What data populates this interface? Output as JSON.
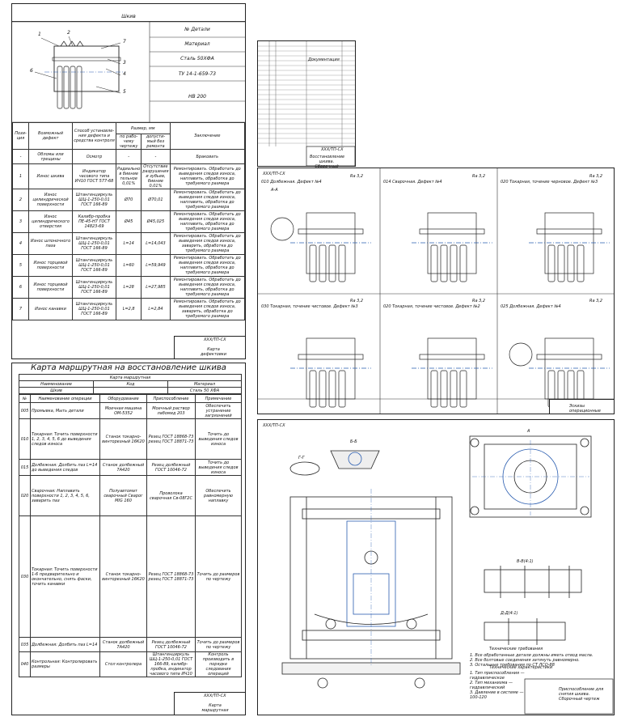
{
  "sheet1": {
    "title": "Шкив",
    "header_rows": [
      "№ Детали",
      "Материал",
      "Сталь 50ХФА",
      "ТУ 14-1-659-73",
      "НВ 200"
    ],
    "callouts": [
      "1",
      "2",
      "7",
      "3",
      "4",
      "6",
      "5"
    ],
    "columns": {
      "pos": "Пози-ция",
      "defect": "Возможный дефект",
      "method": "Способ установле-ния дефекта и средства контроля",
      "size_group": "Размер, мм",
      "size_drawing": "по рабо-чему чертежу",
      "size_allowed": "допусти-мый без ремонта",
      "conclusion": "Заключение"
    },
    "rows": [
      {
        "pos": "-",
        "defect": "Обломы или трещины",
        "method": "Осмотр",
        "drawing": "-",
        "allowed": "-",
        "conclusion": "Браковать"
      },
      {
        "pos": "1",
        "defect": "Износ шкива",
        "method": "Индикатор часового типа ИЧ10 ГОСТ 577-68",
        "drawing": "Радиально в биение тельное 0,01%",
        "allowed": "Отсутствие разрушения и зубьев, биение 0,01%",
        "conclusion": "Ремонтировать. Обработать до выведения следов износа, наплавить, обработка до требуемого размера"
      },
      {
        "pos": "2",
        "defect": "Износ цилиндрической поверхности",
        "method": "Штангенциркуль ШЦ-1-250-0,01 ГОСТ 166-89",
        "drawing": "Ø70",
        "allowed": "Ø70,01",
        "conclusion": "Ремонтировать. Обработать до выведения следов износа, наплавить, обработка до требуемого размера"
      },
      {
        "pos": "3",
        "defect": "Износ цилиндрического отверстия",
        "method": "Калибр-пробка ПЕ-45-Н7 ГОСТ 14823-69",
        "drawing": "Ø45",
        "allowed": "Ø45,025",
        "conclusion": "Ремонтировать. Обработать до выведения следов износа, наплавить, обработка до требуемого размера"
      },
      {
        "pos": "4",
        "defect": "Износ шпоночного паза",
        "method": "Штангенциркуль ШЦ-1-250-0,01 ГОСТ 166-89",
        "drawing": "L=14",
        "allowed": "L=14,043",
        "conclusion": "Ремонтировать. Обработать до выведения следов износа, заварить, обработка до требуемого размера"
      },
      {
        "pos": "5",
        "defect": "Износ торцевой поверхности",
        "method": "Штангенциркуль ШЦ-1-250-0,01 ГОСТ 166-89",
        "drawing": "L=60",
        "allowed": "L=59,949",
        "conclusion": "Ремонтировать. Обработать до выведения следов износа, наплавить, обработка до требуемого размера"
      },
      {
        "pos": "6",
        "defect": "Износ торцевой поверхности",
        "method": "Штангенциркуль ШЦ-1-250-0,01 ГОСТ 166-89",
        "drawing": "L=28",
        "allowed": "L=27,985",
        "conclusion": "Ремонтировать. Обработать до выведения следов износа, наплавить, обработка до требуемого размера"
      },
      {
        "pos": "7",
        "defect": "Износ канавки",
        "method": "Штангенциркуль ШЦ-1-250-0,01 ГОСТ 166-89",
        "drawing": "L=2,8",
        "allowed": "L=2,84",
        "conclusion": "Ремонтировать. Обработать до выведения следов износа, заварить, обработка до требуемого размера"
      }
    ],
    "stamp_code": "ХХХ/ТП-СХ",
    "stamp_title": "Карта дефектовки"
  },
  "sheet2": {
    "big_title": "Карта маршрутная на восстановление шкива",
    "subtitle": "Карта маршрутная",
    "header": [
      "Наименование",
      "Код",
      "Материал"
    ],
    "header_values": [
      "Шкив",
      "",
      "Сталь 50 ХФА"
    ],
    "columns": [
      "№",
      "Наименование операции",
      "Оборудование",
      "Приспособление",
      "Примечание"
    ],
    "ops": [
      {
        "no": "005",
        "name": "Промывка, Мыть детали",
        "equip": "Моечная машина ОМ-5352",
        "tool": "Моечный раствор лабомид 203",
        "note": "Обеспечить устранение загрязнений"
      },
      {
        "no": "010",
        "name": "Токарная: Точить поверхности 1, 2, 3, 4, 5, 6 до выведения следов износа",
        "equip": "Станок токарно-винторезный 16К20",
        "tool": "Резец ГОСТ 18868-73 резец ГОСТ 18871-73",
        "note": "Точить до выведения следов износа"
      },
      {
        "no": "015",
        "name": "Долбежная: Долбить паз L=14 до выведения следов",
        "equip": "Станок долбежный 7А420",
        "tool": "Резец долбежный ГОСТ 10046-72",
        "note": "Точить до выведения следов износа"
      },
      {
        "no": "020",
        "name": "Сварочная: Наплавить поверхности 1, 2, 3, 4, 5, 6, заварить паз",
        "equip": "Полуавтомат сварочный Сварог MIG 160",
        "tool": "Проволока сварочная Св-08Г2С",
        "note": "Обеспечить равномерную наплавку"
      },
      {
        "no": "030",
        "name": "Токарная: Точить поверхности 1-6 предварительно и окончательно, снять фаски, точить канавки",
        "equip": "Станок токарно-винторезный 16К20",
        "tool": "Резец ГОСТ 18868-73 резец ГОСТ 18871-73",
        "note": "Точить до размеров по чертежу"
      },
      {
        "no": "035",
        "name": "Долбежная: Долбить паз L=14",
        "equip": "Станок долбежный 7А420",
        "tool": "Резец долбежный ГОСТ 10046-72",
        "note": "Точить до размеров по чертежу"
      },
      {
        "no": "040",
        "name": "Контрольная: Контролировать размеры",
        "equip": "Стол контролера",
        "tool": "Штангенциркуль ШЦ-1-250-0,01 ГОСТ 166-89, калибр-пробка, индикатор часового типа ИЧ10",
        "note": "Контроль производить в порядке следования операций"
      }
    ],
    "stamp_code": "ХХХ/ТП-СХ",
    "stamp_title": "Карта маршрутная"
  },
  "sheet3": {
    "stamp_code": "ХХХ/ТП-СХ",
    "stamp_title": "Восстановление шкива. Сборочный чертеж",
    "rows_label": "Документация"
  },
  "sheet4": {
    "code": "ХХХ/ТП-СХ",
    "ops": [
      {
        "title": "010 Долбежная. Дефект №4",
        "rough": "Ra 3,2"
      },
      {
        "title": "014 Сварочная. Дефект №4",
        "rough": "Ra 3,2"
      },
      {
        "title": "020 Токарная, точение черновое. Дефект №3",
        "rough": "Ra 3,2"
      },
      {
        "title": "030 Токарная, точение чистовое. Дефект №3",
        "rough": "Ra 3,2"
      },
      {
        "title": "020 Токарная, точение чистовое. Дефект №2",
        "rough": "Ra 3,2"
      },
      {
        "title": "025 Долбежная. Дефект №4",
        "rough": "Ra 3,2"
      }
    ],
    "section_label": "А-А",
    "stamp_title": "Эскизы операционные"
  },
  "sheet5": {
    "code": "ХХХ/ТП-СХ",
    "views": [
      "Б-Б",
      "Г-Г",
      "А",
      "В-В(4:1)",
      "Д-Д(4:1)"
    ],
    "notes_title": "Технические требования",
    "notes": [
      "1. Все обработанные детали должны иметь отвод масла.",
      "2. Все болтовые соединения затянуть равномерно.",
      "3. Остальные требования по СТ ЛСО-88"
    ],
    "specs_title": "Технические характеристики",
    "specs": [
      "1. Тип приспособления — гидравлическое",
      "2. Тип механизма — гидравлический",
      "3. Давление в системе — 100-120"
    ],
    "stamp_title": "Приспособление для снятия шкива. Сборочный чертеж"
  }
}
